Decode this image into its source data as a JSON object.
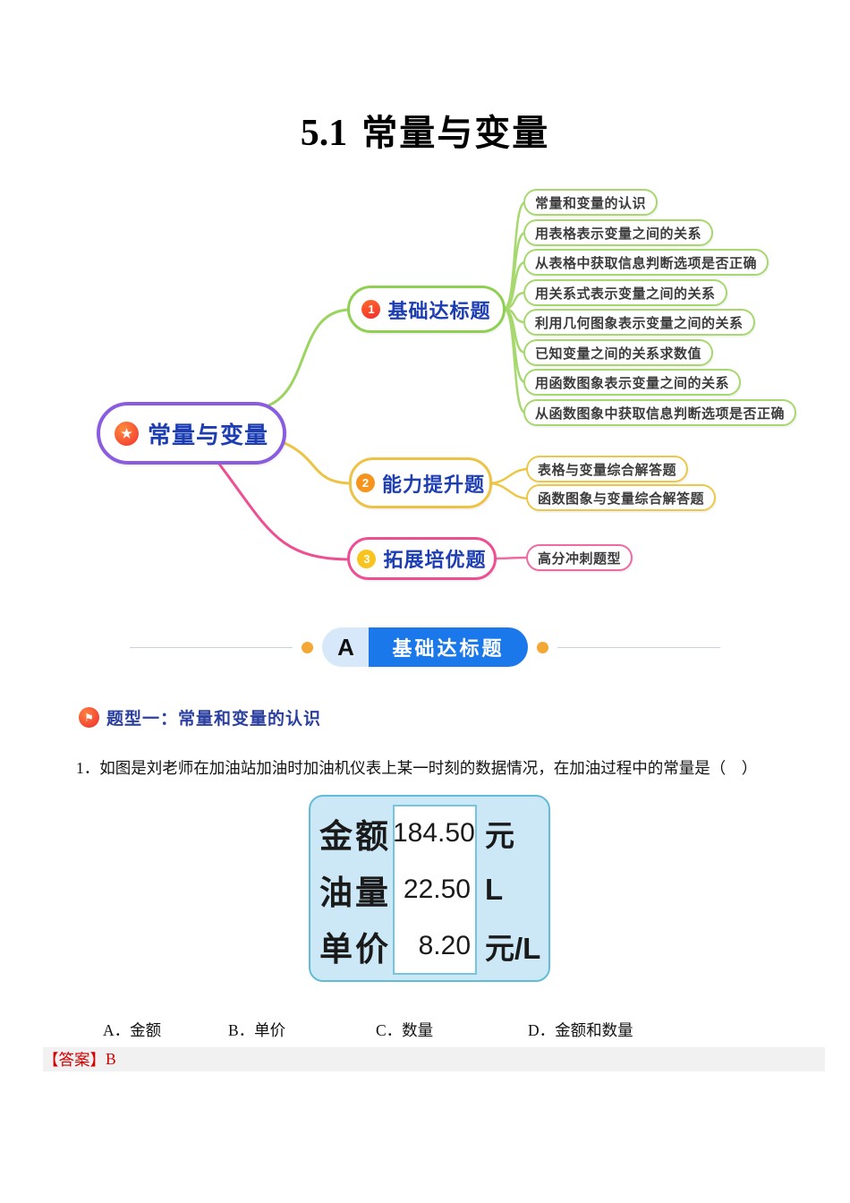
{
  "title": {
    "number": "5.1",
    "text": "常量与变量"
  },
  "mindmap": {
    "root": {
      "label": "常量与变量",
      "icon": "star-icon"
    },
    "branches": [
      {
        "badge": "1",
        "label": "基础达标题",
        "color": "#8fcf52",
        "children": [
          "常量和变量的认识",
          "用表格表示变量之间的关系",
          "从表格中获取信息判断选项是否正确",
          "用关系式表示变量之间的关系",
          "利用几何图象表示变量之间的关系",
          "已知变量之间的关系求数值",
          "用函数图象表示变量之间的关系",
          "从函数图象中获取信息判断选项是否正确"
        ]
      },
      {
        "badge": "2",
        "label": "能力提升题",
        "color": "#ecc345",
        "children": [
          "表格与变量综合解答题",
          "函数图象与变量综合解答题"
        ]
      },
      {
        "badge": "3",
        "label": "拓展培优题",
        "color": "#ed4f92",
        "children": [
          "高分冲刺题型"
        ]
      }
    ]
  },
  "section_banner": {
    "letter": "A",
    "label": "基础达标题"
  },
  "topic_heading": {
    "icon": "flag-icon",
    "label": "题型一：常量和变量的认识"
  },
  "question": {
    "number": "1．",
    "text": "如图是刘老师在加油站加油时加油机仪表上某一时刻的数据情况，在加油过程中的常量是（　）",
    "meter_rows": [
      {
        "label": "金额",
        "value": "184.50",
        "unit": "元"
      },
      {
        "label": "油量",
        "value": "22.50",
        "unit": "L"
      },
      {
        "label": "单价",
        "value": "8.20",
        "unit": "元/L"
      }
    ],
    "options": [
      "A．金额",
      "B．单价",
      "C．数量",
      "D．金额和数量"
    ],
    "answer_label": "【答案】",
    "answer": "B"
  },
  "colors": {
    "root_border": "#8a5ce0",
    "branch1": "#8fcf52",
    "branch2": "#ecc345",
    "branch3": "#ed4f92",
    "banner_blue": "#1a78ea",
    "banner_letter_bg": "#d8e8fb",
    "banner_dot": "#f4a735",
    "node_text": "#1d3db2",
    "badge1": "#f3462a",
    "badge2": "#f7941e",
    "badge3": "#f8c51f",
    "meter_bg": "#cce8f6",
    "meter_border": "#62bcd8",
    "answer_red": "#d40000",
    "answer_bg": "#f1f1f1"
  }
}
